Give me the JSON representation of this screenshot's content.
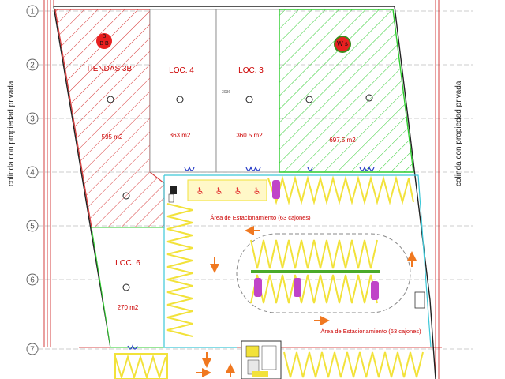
{
  "side_labels": {
    "left": "colinda con propiedad privada",
    "right": "colinda con propiedad privada"
  },
  "grid_axes": [
    "1",
    "2",
    "3",
    "4",
    "5",
    "6",
    "7"
  ],
  "lots": [
    {
      "name": "TIENDAS 3B",
      "area": "595 m2"
    },
    {
      "name": "LOC. 4",
      "area": "363 m2"
    },
    {
      "name": "LOC. 3",
      "area": "360.5 m2"
    },
    {
      "name": "",
      "area": "697.5 m2"
    },
    {
      "name": "LOC. 6",
      "area": "270 m2"
    }
  ],
  "badges": {
    "tiendas_marker": "B",
    "walmart_partial": "W  s"
  },
  "divider_note": "3036",
  "parking": {
    "label_top": "Área de Estacionamiento (63 cajones)",
    "label_bottom": "Área de Estacionamiento (63 cajones)"
  },
  "colors": {
    "hatch_red": "#d83a3a",
    "hatch_green": "#2ecc2e",
    "parking_yellow": "#f2e23a",
    "arrow_orange": "#f07820",
    "wall_cyan": "#3cc8d8",
    "accessible_red": "#e23030",
    "accessible_blue": "#2a3fc8",
    "car_purple": "#c044c8",
    "grid_red": "#cc1111"
  }
}
